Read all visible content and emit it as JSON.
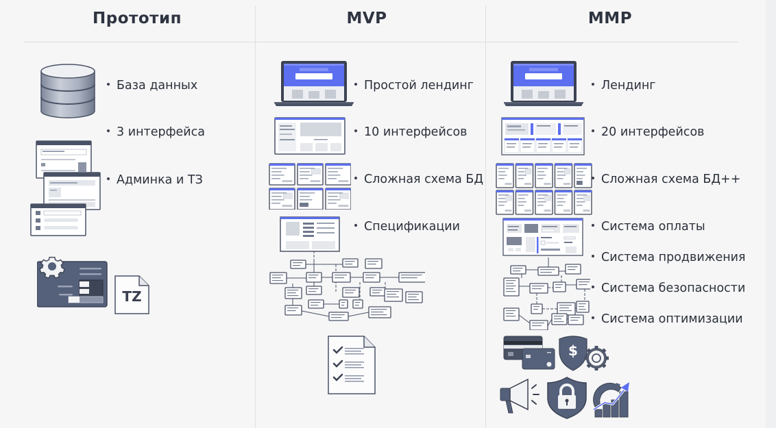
{
  "columns": [
    {
      "title": "Прототип",
      "items": [
        "База данных",
        "3 интерфейса",
        "Админка и ТЗ"
      ],
      "icons": [
        "database-icon",
        "interface-windows-icon",
        "admin-settings-icon",
        "tz-document-icon"
      ],
      "tz_label": "TZ"
    },
    {
      "title": "MVP",
      "items": [
        "Простой лендинг",
        "10 интерфейсов",
        "Сложная схема БД",
        "Спецификации"
      ],
      "icons": [
        "laptop-landing-icon",
        "interface-wireframe-icon",
        "db-schema-grid-icon",
        "specification-window-icon",
        "flowchart-diagram-icon",
        "checklist-document-icon"
      ]
    },
    {
      "title": "MMP",
      "items": [
        "Лендинг",
        "20 интерфейсов",
        "Сложная схема БД++",
        "Система оплаты",
        "Система продвижения",
        "Система безопасности",
        "Система оптимизации"
      ],
      "icons": [
        "laptop-landing-icon",
        "dashboard-wireframe-icon",
        "db-schema-grid-icon",
        "payment-window-icon",
        "flowchart-diagram-icon",
        "credit-cards-icon",
        "dollar-shield-gear-icon",
        "megaphone-icon",
        "lock-shield-icon",
        "growth-chart-gear-icon"
      ],
      "payment_symbol": "$"
    }
  ],
  "colors": {
    "background": "#f6f6f7",
    "text": "#2b303a",
    "icon_dark": "#4a5266",
    "accent_blue": "#5b6ff0",
    "divider": "#dfe0e3"
  }
}
